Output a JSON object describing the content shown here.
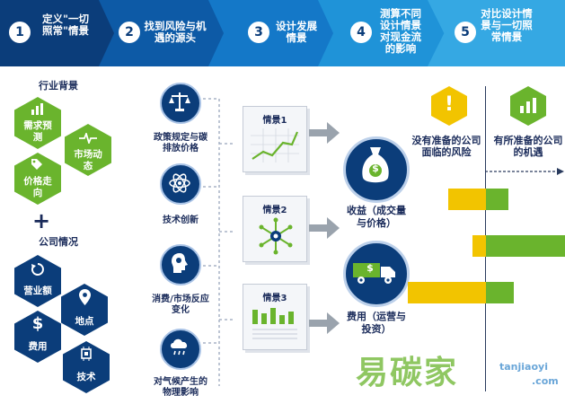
{
  "steps": [
    {
      "num": "1",
      "label": "定义\"一切照常\"情景"
    },
    {
      "num": "2",
      "label": "找到风险与机遇的源头"
    },
    {
      "num": "3",
      "label": "设计发展情景"
    },
    {
      "num": "4",
      "label": "测算不同设计情景对现金流的影响"
    },
    {
      "num": "5",
      "label": "对比设计情景与一切照常情景"
    }
  ],
  "industry": {
    "title": "行业背景",
    "items": [
      "需求预测",
      "市场动态",
      "价格走向"
    ]
  },
  "plus": "+",
  "company": {
    "title": "公司情况",
    "items": [
      "营业额",
      "地点",
      "费用",
      "技术"
    ]
  },
  "sources": [
    "政策规定与碳排放价格",
    "技术创新",
    "消费/市场反应变化",
    "对气候产生的物理影响"
  ],
  "scenarios": [
    "情景1",
    "情景2",
    "情景3"
  ],
  "impacts": [
    {
      "label": "收益（成交量与价格）",
      "symbol": "$"
    },
    {
      "label": "费用（运营与投资）",
      "symbol": "$"
    }
  ],
  "compare": {
    "risk_label": "没有准备的公司面临的风险",
    "opp_label": "有所准备的公司的机遇",
    "risk_icon": "!",
    "bars": [
      {
        "risk": 0.28,
        "opp": 0.2
      },
      {
        "risk": 0.1,
        "opp": 0.7
      },
      {
        "risk": 0.58,
        "opp": 0.25
      }
    ]
  },
  "watermark": {
    "brand": "易碳家",
    "site": "tanjiaoyi",
    "tld": ".com"
  },
  "colors": {
    "navy": "#0b3d7a",
    "step1": "#0b3d7a",
    "step2": "#0d5aa6",
    "step3": "#1478c8",
    "step4": "#1f93d8",
    "step5": "#35a8e3",
    "green": "#6ab42d",
    "yellow": "#f2c400",
    "grey": "#9aa3ad"
  }
}
